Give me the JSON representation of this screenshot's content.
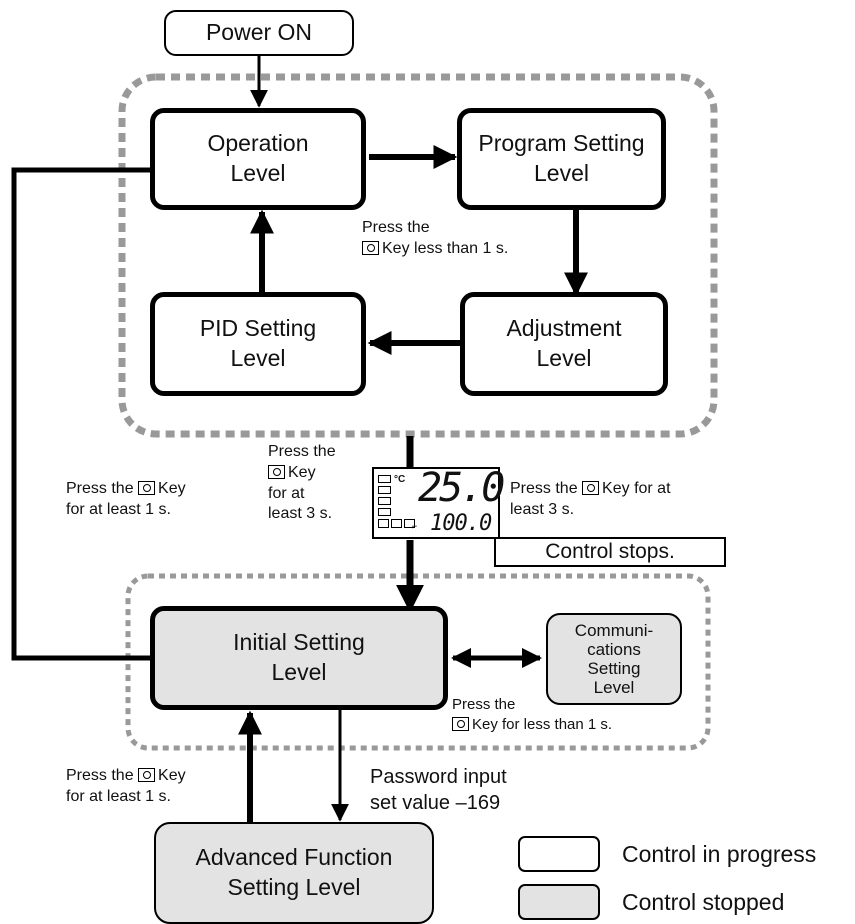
{
  "levels": {
    "power_on": "Power ON",
    "operation": "Operation\nLevel",
    "program_setting": "Program Setting\nLevel",
    "adjustment": "Adjustment\nLevel",
    "pid_setting": "PID Setting\nLevel",
    "initial_setting": "Initial Setting\nLevel",
    "communications_setting": "Communi-\ncations\nSetting\nLevel",
    "advanced_function": "Advanced Function\nSetting Level"
  },
  "annotations": {
    "press_less_1s_a": "Press the",
    "press_less_1s_b": "Key less than 1 s.",
    "press_3s_left_a": "Press the",
    "press_3s_left_b": "Key",
    "press_3s_left_c": "for at",
    "press_3s_left_d": "least 3 s.",
    "press_3s_right_a": "Press the",
    "press_3s_right_b": "Key for at",
    "press_3s_right_c": "least 3 s.",
    "control_stops": "Control stops.",
    "press_1s_left_a": "Press the",
    "press_1s_left_b": "Key",
    "press_1s_left_c": "for at least 1 s.",
    "press_comm_a": "Press the",
    "press_comm_b": "Key for less than 1 s.",
    "press_1s_bottom_a": "Press the",
    "press_1s_bottom_b": "Key",
    "press_1s_bottom_c": "for at least 1 s.",
    "password_a": "Password input",
    "password_b": "set value –169"
  },
  "display": {
    "unit": "°C",
    "pv": "25.0",
    "sv": "100.0"
  },
  "legend": {
    "in_progress": "Control in progress",
    "stopped": "Control stopped"
  }
}
